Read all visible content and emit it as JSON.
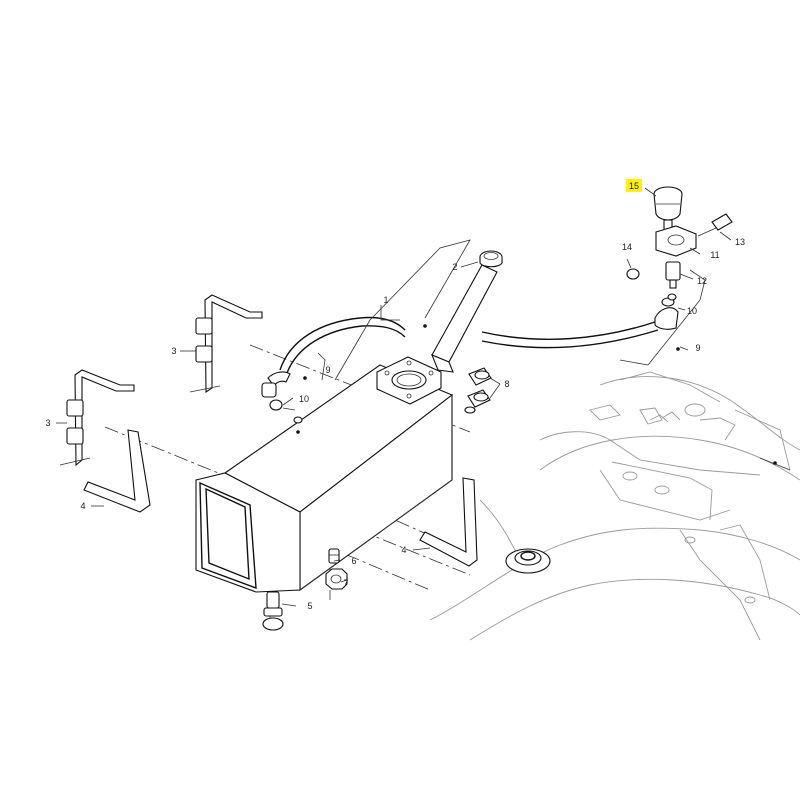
{
  "highlight_color": "#fff200",
  "callouts": [
    {
      "id": "c1",
      "label": "1"
    },
    {
      "id": "c2",
      "label": "2"
    },
    {
      "id": "c3a",
      "label": "3"
    },
    {
      "id": "c3b",
      "label": "3"
    },
    {
      "id": "c4a",
      "label": "4"
    },
    {
      "id": "c4b",
      "label": "4"
    },
    {
      "id": "c5",
      "label": "5"
    },
    {
      "id": "c6",
      "label": "6"
    },
    {
      "id": "c7",
      "label": "7"
    },
    {
      "id": "c8",
      "label": "8"
    },
    {
      "id": "c9a",
      "label": "9"
    },
    {
      "id": "c9b",
      "label": "9"
    },
    {
      "id": "c10a",
      "label": "10"
    },
    {
      "id": "c10b",
      "label": "10"
    },
    {
      "id": "c11",
      "label": "11"
    },
    {
      "id": "c12",
      "label": "12"
    },
    {
      "id": "c13",
      "label": "13"
    },
    {
      "id": "c14",
      "label": "14"
    },
    {
      "id": "c15",
      "label": "15",
      "highlighted": true
    }
  ]
}
